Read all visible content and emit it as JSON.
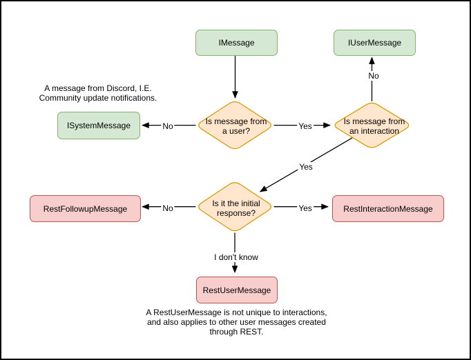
{
  "nodes": {
    "imessage": {
      "label": "IMessage"
    },
    "iusermessage": {
      "label": "IUserMessage"
    },
    "isystemmessage": {
      "label": "ISystemMessage"
    },
    "restfollowupmessage": {
      "label": "RestFollowupMessage"
    },
    "restinteractionmessage": {
      "label": "RestInteractionMessage"
    },
    "restusermessage": {
      "label": "RestUserMessage"
    }
  },
  "decisions": {
    "is_from_user": {
      "label": "Is message from\na user?"
    },
    "is_from_interaction": {
      "label": "Is message from\nan interaction"
    },
    "is_initial_response": {
      "label": "Is it the initial\nresponse?"
    }
  },
  "edge_labels": {
    "from_user_no": "No",
    "from_user_yes": "Yes",
    "from_interaction_no": "No",
    "from_interaction_yes": "Yes",
    "initial_response_no": "No",
    "initial_response_yes": "Yes",
    "initial_response_unknown": "I don't know"
  },
  "notes": {
    "system_message": "A message from Discord, I.E.\nCommunity update notifications.",
    "rest_user_message": "A RestUserMessage is not unique to interactions,\nand also applies to other user messages created\nthrough REST."
  },
  "colors": {
    "interface_fill": "#d5e8d4",
    "interface_border": "#82b366",
    "decision_fill": "#ffe6cc",
    "decision_border": "#d79b00",
    "rest_fill": "#f8cecc",
    "rest_border": "#b85450",
    "edge_stroke": "#000000",
    "canvas_background": "#ffffff",
    "canvas_border": "#000000"
  }
}
